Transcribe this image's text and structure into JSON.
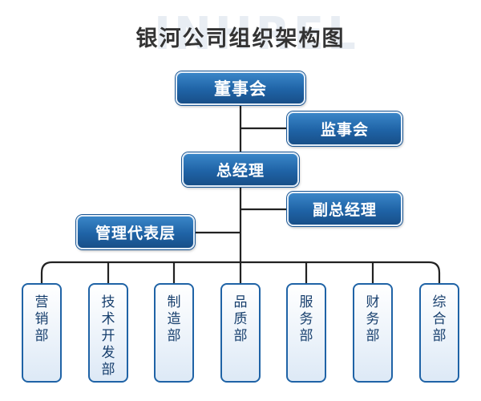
{
  "watermark": "INHREL",
  "title": "银河公司组织架构图",
  "top": {
    "board": "董事会",
    "supervisors": "监事会",
    "gm": "总经理",
    "deputy_gm": "副总经理",
    "mgmt_rep": "管理代表层"
  },
  "departments": [
    {
      "label": "营销部"
    },
    {
      "label": "技术开发部"
    },
    {
      "label": "制造部"
    },
    {
      "label": "品质部"
    },
    {
      "label": "服务部"
    },
    {
      "label": "财务部"
    },
    {
      "label": "综合部"
    }
  ],
  "colors": {
    "node_blue": "#1f63a6",
    "line": "#222222",
    "dept_text": "#173f6d"
  }
}
